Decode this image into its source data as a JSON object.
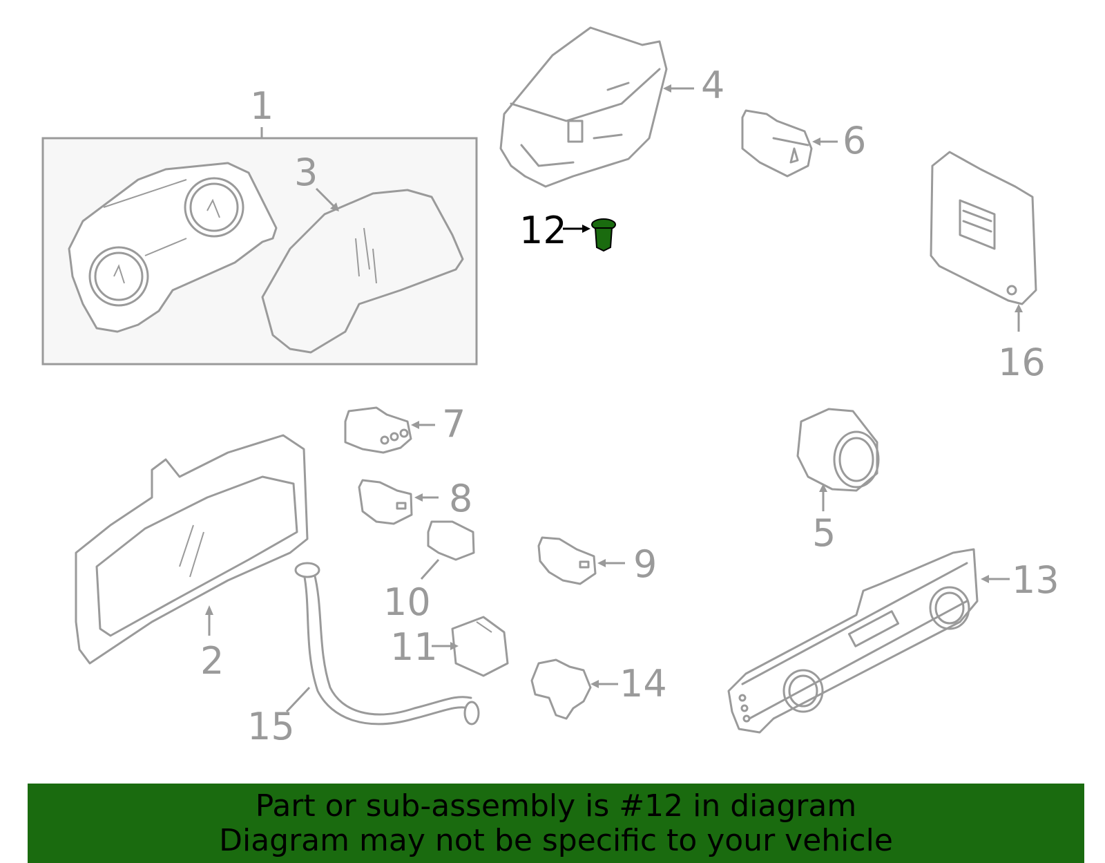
{
  "callouts": {
    "c1": "1",
    "c2": "2",
    "c3": "3",
    "c4": "4",
    "c5": "5",
    "c6": "6",
    "c7": "7",
    "c8": "8",
    "c9": "9",
    "c10": "10",
    "c11": "11",
    "c12": "12",
    "c13": "13",
    "c14": "14",
    "c15": "15",
    "c16": "16"
  },
  "highlight": {
    "part": "12",
    "color": "#1a6b0f"
  },
  "banner": {
    "line1": "Part or sub-assembly is #12 in diagram",
    "line2": "Diagram may not be specific to your vehicle",
    "background": "#1a6b0f"
  }
}
